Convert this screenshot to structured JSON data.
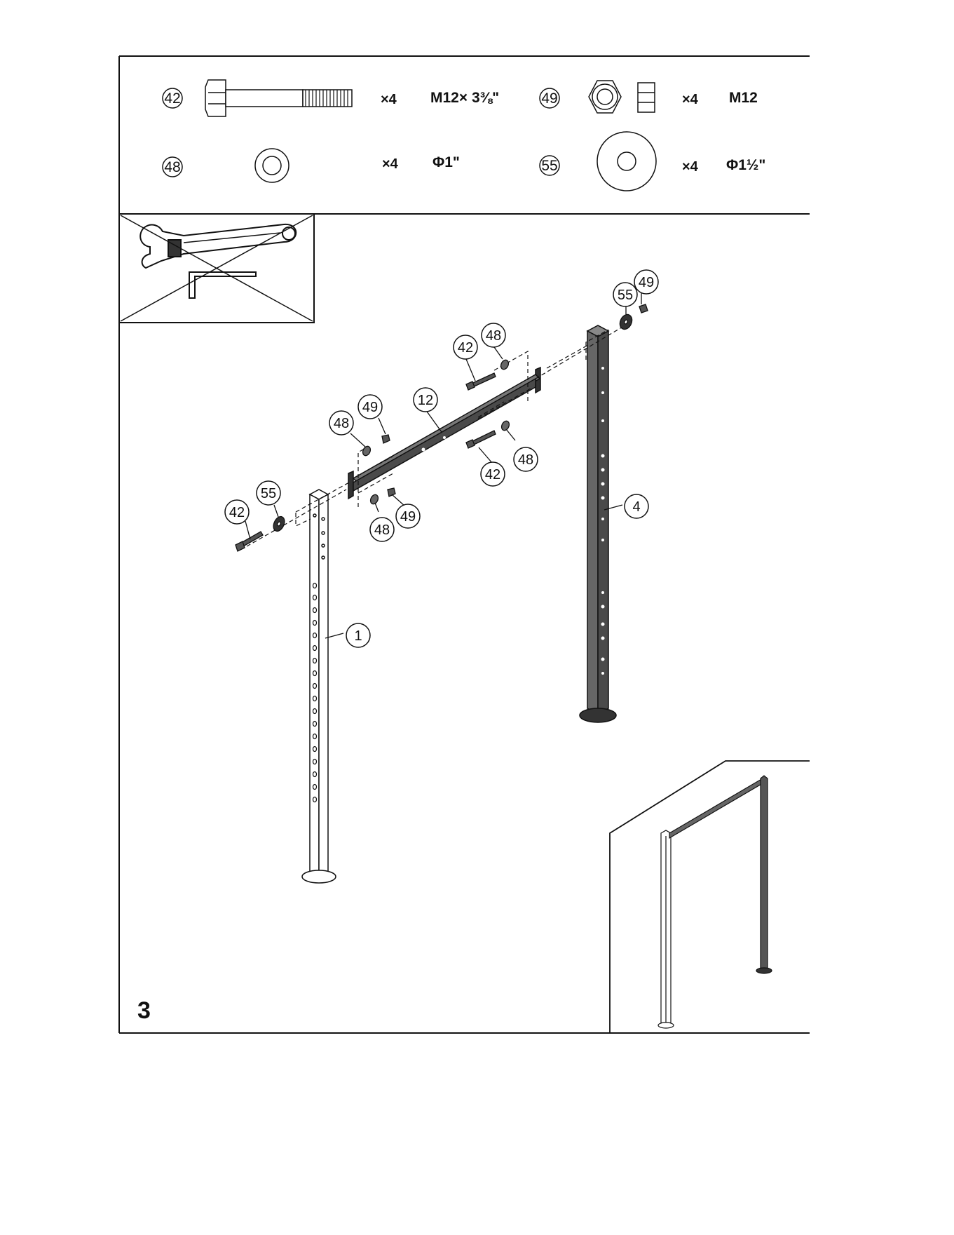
{
  "step_number": "3",
  "parts": [
    {
      "id": "42",
      "qty": "×4",
      "spec": "M12× 3⅜\""
    },
    {
      "id": "49",
      "qty": "×4",
      "spec": "M12"
    },
    {
      "id": "48",
      "qty": "×4",
      "spec": "Φ1\""
    },
    {
      "id": "55",
      "qty": "×4",
      "spec": "Φ1½\""
    }
  ],
  "tools": {
    "wrench_icon": "adjustable-wrench-icon",
    "hex_key_icon": "allen-key-icon",
    "crossed_out": true
  },
  "callouts": {
    "upright_left": "1",
    "upright_right": "4",
    "crossbar": "12",
    "bolt": "42",
    "washer_small": "48",
    "nut": "49",
    "washer_large": "55"
  },
  "colors": {
    "line": "#111111",
    "dark_part": "#555555",
    "light_part": "#ffffff"
  }
}
